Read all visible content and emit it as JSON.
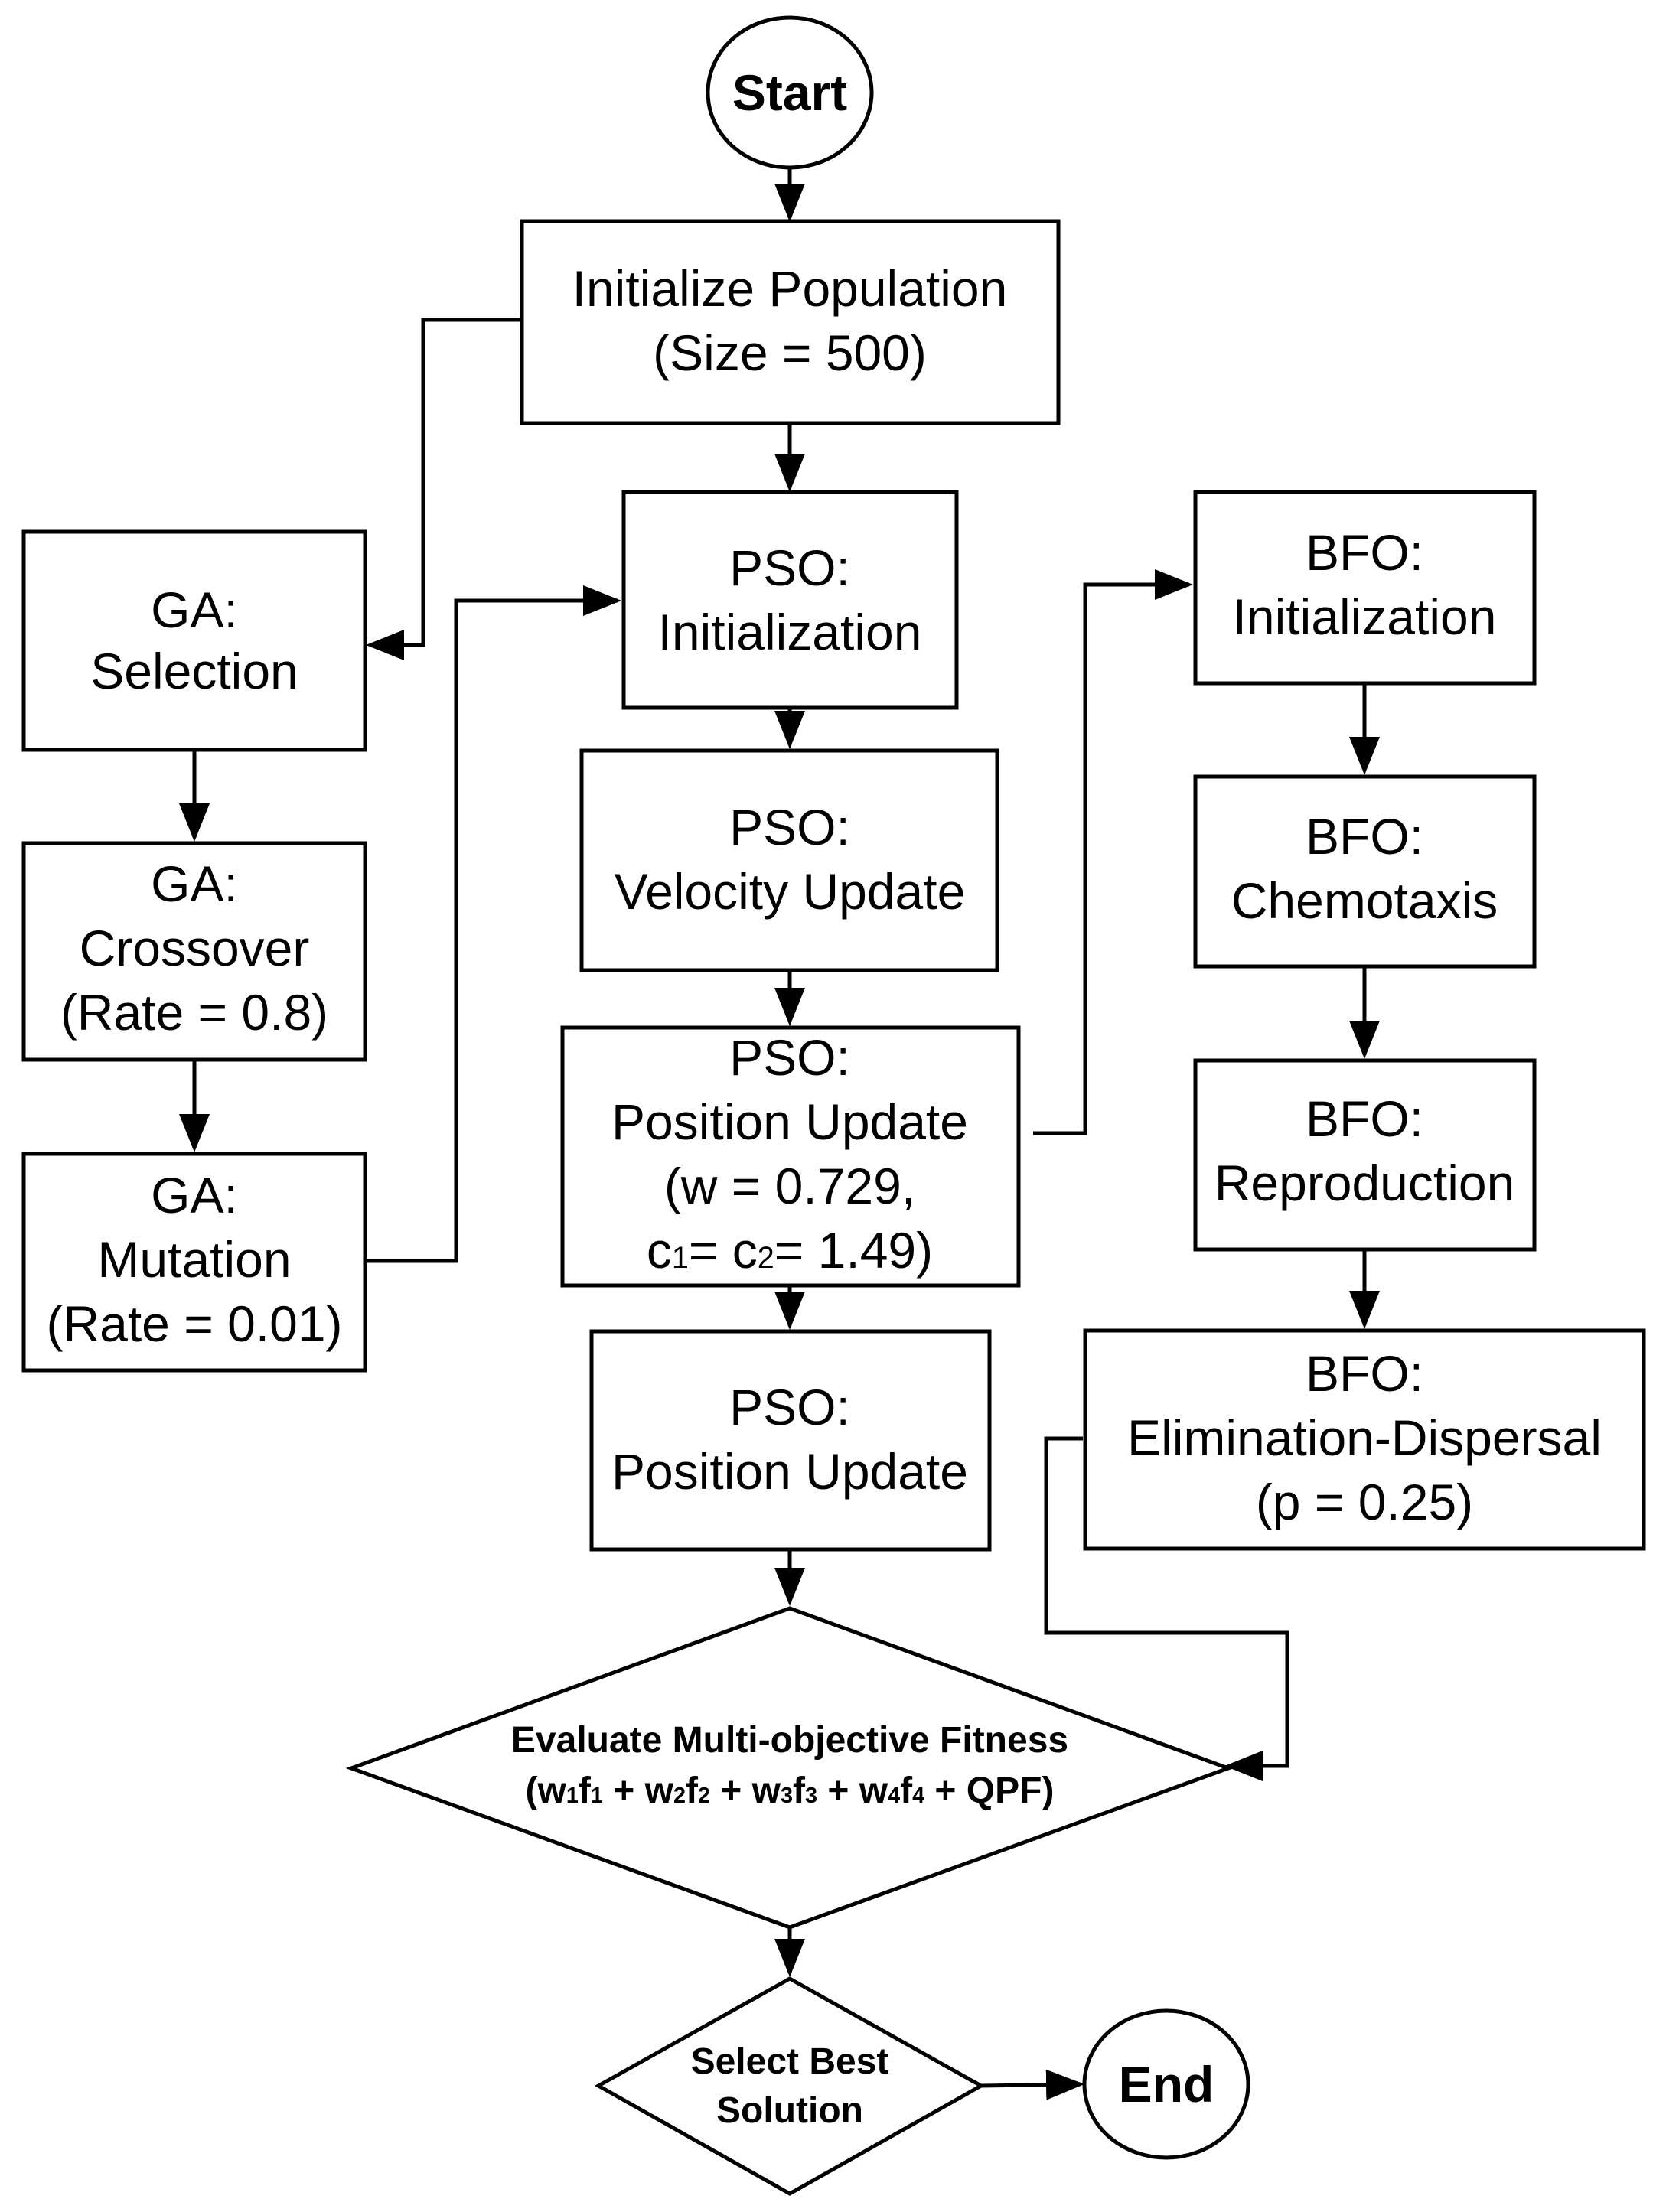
{
  "colors": {
    "stroke": "#000000",
    "fill": "#ffffff",
    "text": "#000000"
  },
  "nodes": {
    "start": {
      "label": "Start"
    },
    "init_pop": {
      "line1": "Initialize Population",
      "line2": "(Size = 500)"
    },
    "ga_sel": {
      "line1": "GA:",
      "line2": "Selection"
    },
    "ga_cross": {
      "line1": "GA:",
      "line2": "Crossover",
      "line3": "(Rate = 0.8)"
    },
    "ga_mut": {
      "line1": "GA:",
      "line2": "Mutation",
      "line3": "(Rate = 0.01)"
    },
    "pso_init": {
      "line1": "PSO:",
      "line2": "Initialization"
    },
    "pso_vel": {
      "line1": "PSO:",
      "line2": "Velocity Update"
    },
    "pso_pos1": {
      "line1": "PSO:",
      "line2": "Position Update",
      "line3": "(w = 0.729,",
      "line4": {
        "c": "c",
        "s1": "1",
        "eq": "= c",
        "s2": "2",
        "rest": "= 1.49)"
      }
    },
    "pso_pos2": {
      "line1": "PSO:",
      "line2": "Position Update"
    },
    "bfo_init": {
      "line1": "BFO:",
      "line2": "Initialization"
    },
    "bfo_chemo": {
      "line1": "BFO:",
      "line2": "Chemotaxis"
    },
    "bfo_repro": {
      "line1": "BFO:",
      "line2": "Reproduction"
    },
    "bfo_elim": {
      "line1": "BFO:",
      "line2": "Elimination-Dispersal",
      "line3": "(p = 0.25)"
    },
    "evaluate": {
      "line1": "Evaluate Multi-objective Fitness",
      "line2": {
        "open": "(w",
        "s1": "1",
        "a": "f",
        "s2": "1",
        "b": " + w",
        "s3": "2",
        "c": "f",
        "s4": "2",
        "d": " + w",
        "s5": "3",
        "e": "f",
        "s6": "3",
        "f": " + w",
        "s7": "4",
        "g": "f",
        "s8": "4",
        "end": " + QPF)"
      }
    },
    "select": {
      "line1": "Select Best",
      "line2": "Solution"
    },
    "end": {
      "label": "End"
    }
  }
}
